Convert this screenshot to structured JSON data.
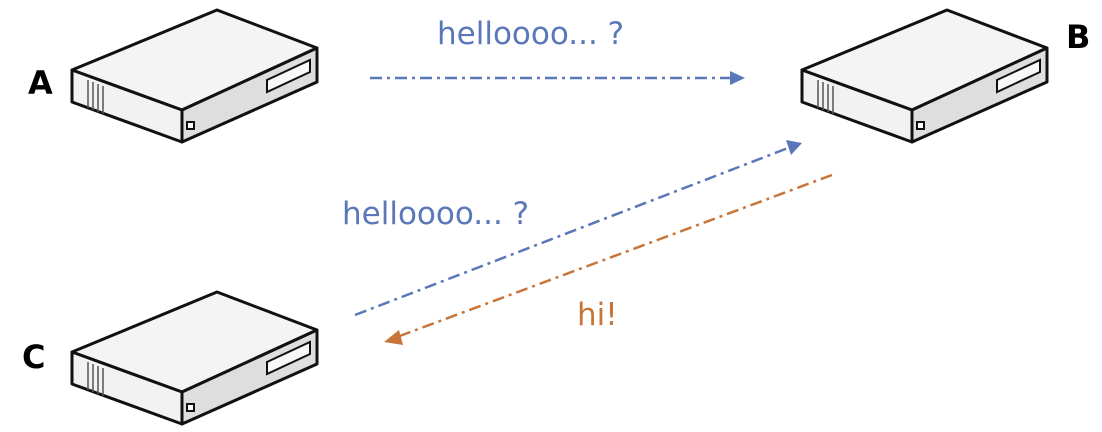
{
  "nodes": {
    "a": {
      "label": "A"
    },
    "b": {
      "label": "B"
    },
    "c": {
      "label": "C"
    }
  },
  "messages": {
    "a_to_b": {
      "text": "helloooo... ?"
    },
    "c_to_b": {
      "text": "helloooo... ?"
    },
    "b_to_c": {
      "text": "hi!"
    }
  },
  "colors": {
    "request": "#5a78b9",
    "reply": "#c8753a",
    "server_top": "#f5f5f5",
    "server_side": "#dcdcdc",
    "outline": "#111111"
  }
}
